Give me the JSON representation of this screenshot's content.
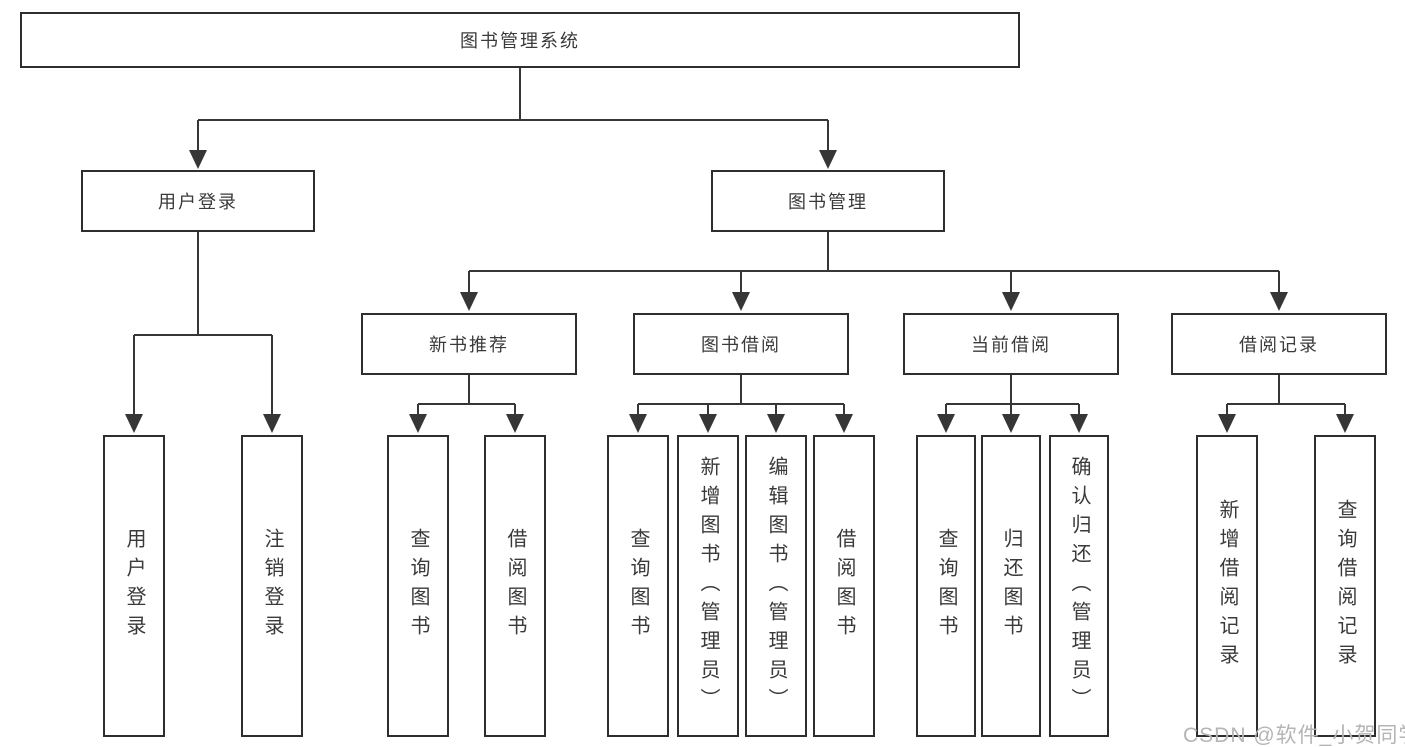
{
  "diagram": {
    "watermark": "CSDN @软件_小贺同学",
    "colors": {
      "line": "#363636",
      "box_border": "#2e2e2e",
      "text": "#3a3a3a",
      "watermark": "#b5b5b5",
      "background": "#ffffff"
    },
    "tree": {
      "label": "图书管理系统",
      "children": [
        {
          "label": "用户登录",
          "children": [
            {
              "label": "用户登录"
            },
            {
              "label": "注销登录"
            }
          ]
        },
        {
          "label": "图书管理",
          "children": [
            {
              "label": "新书推荐",
              "children": [
                {
                  "label": "查询图书"
                },
                {
                  "label": "借阅图书"
                }
              ]
            },
            {
              "label": "图书借阅",
              "children": [
                {
                  "label": "查询图书"
                },
                {
                  "label": "新增图书（管理员）"
                },
                {
                  "label": "编辑图书（管理员）"
                },
                {
                  "label": "借阅图书"
                }
              ]
            },
            {
              "label": "当前借阅",
              "children": [
                {
                  "label": "查询图书"
                },
                {
                  "label": "归还图书"
                },
                {
                  "label": "确认归还（管理员）"
                }
              ]
            },
            {
              "label": "借阅记录",
              "children": [
                {
                  "label": "新增借阅记录"
                },
                {
                  "label": "查询借阅记录"
                }
              ]
            }
          ]
        }
      ]
    }
  }
}
